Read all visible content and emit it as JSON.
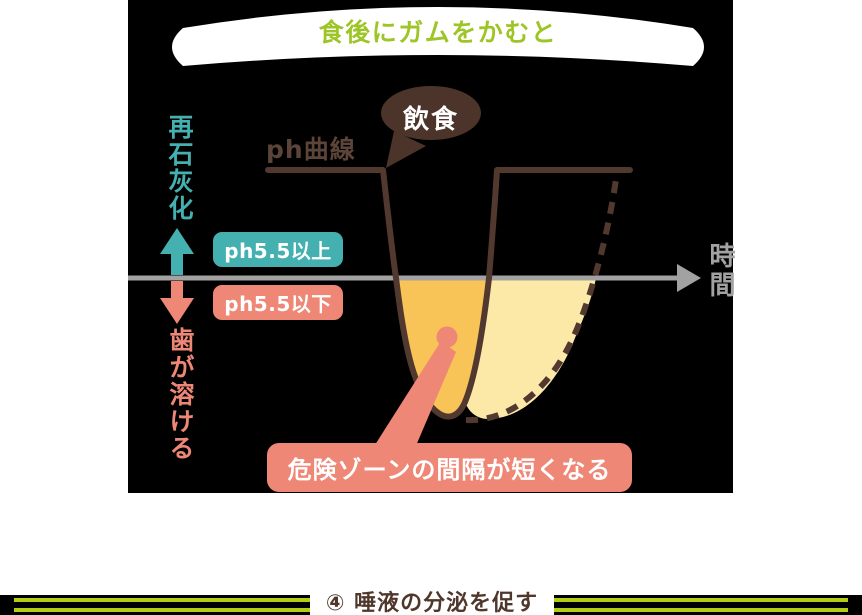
{
  "banner": {
    "title": "食後にガムをかむと"
  },
  "chart": {
    "curve_label": "ph曲線",
    "event_bubble": "飲食",
    "badge_above": "ph5.5以上",
    "badge_below": "ph5.5以下",
    "y_axis_up": "再石灰化",
    "y_axis_down": "歯が溶ける",
    "x_axis": "時間",
    "annotation": "危険ゾーンの間隔が短くなる"
  },
  "footer": {
    "caption": "④ 唾液の分泌を促す"
  },
  "colors": {
    "panel_bg": "#000000",
    "curve_brown": "#523930",
    "bubble_brown": "#4c342b",
    "teal": "#44b0b0",
    "salmon": "#ee8775",
    "danger_zone_fill": "#f9c457",
    "avoided_zone_fill": "#fce9a8",
    "axis_gray": "#a2a2a2",
    "title_green": "#9ec526",
    "stripe_lime": "#b3cc16"
  }
}
